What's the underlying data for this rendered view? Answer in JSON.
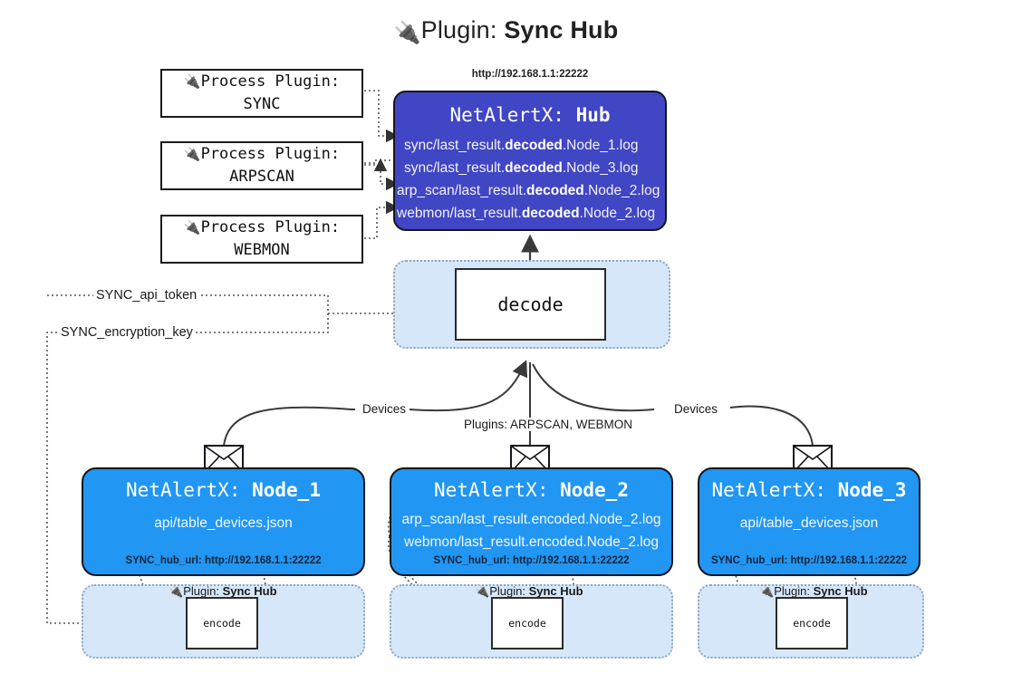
{
  "title": {
    "prefix": "Plugin: ",
    "name": "Sync Hub",
    "icon": "plug-icon"
  },
  "process_plugins": [
    {
      "line1": "Process Plugin:",
      "line2": "SYNC"
    },
    {
      "line1": "Process Plugin:",
      "line2": "ARPSCAN"
    },
    {
      "line1": "Process Plugin:",
      "line2": "WEBMON"
    }
  ],
  "hub": {
    "url": "http://192.168.1.1:22222",
    "title_prefix": "NetAlertX: ",
    "title_name": "Hub",
    "rows": [
      {
        "pre": "sync/last_result.",
        "bold": "decoded",
        "post": ".Node_1.log"
      },
      {
        "pre": "sync/last_result.",
        "bold": "decoded",
        "post": ".Node_3.log"
      },
      {
        "pre": "arp_scan/last_result.",
        "bold": "decoded",
        "post": ".Node_2.log"
      },
      {
        "pre": "webmon/last_result.",
        "bold": "decoded",
        "post": ".Node_2.log"
      }
    ]
  },
  "decode": {
    "label": "decode"
  },
  "keys": [
    {
      "label": "SYNC_api_token"
    },
    {
      "label": "SYNC_encryption_key"
    }
  ],
  "edge_labels": {
    "devices_left": "Devices",
    "devices_right": "Devices",
    "plugins_center": "Plugins: ARPSCAN, WEBMON"
  },
  "nodes": [
    {
      "title_prefix": "NetAlertX: ",
      "title_name": "Node_1",
      "lines": [
        "api/table_devices.json"
      ],
      "url_key": "SYNC_hub_url: ",
      "url": "http://192.168.1.1:22222"
    },
    {
      "title_prefix": "NetAlertX: ",
      "title_name": "Node_2",
      "lines": [
        "arp_scan/last_result.encoded.Node_2.log",
        "webmon/last_result.encoded.Node_2.log"
      ],
      "url_key": "SYNC_hub_url: ",
      "url": "http://192.168.1.1:22222"
    },
    {
      "title_prefix": "NetAlertX: ",
      "title_name": "Node_3",
      "lines": [
        "api/table_devices.json"
      ],
      "url_key": "SYNC_hub_url: ",
      "url": "http://192.168.1.1:22222"
    }
  ],
  "sync_hub_plugins": [
    {
      "prefix": "Plugin: ",
      "name": "Sync Hub",
      "encode": "encode"
    },
    {
      "prefix": "Plugin: ",
      "name": "Sync Hub",
      "encode": "encode"
    },
    {
      "prefix": "Plugin: ",
      "name": "Sync Hub",
      "encode": "encode"
    }
  ],
  "colors": {
    "hub_fill": "#4046c4",
    "node_fill": "#2196f3",
    "container_fill": "#d6e7fa",
    "container_border": "#8fa6bd",
    "stroke": "#2b2b2b"
  }
}
